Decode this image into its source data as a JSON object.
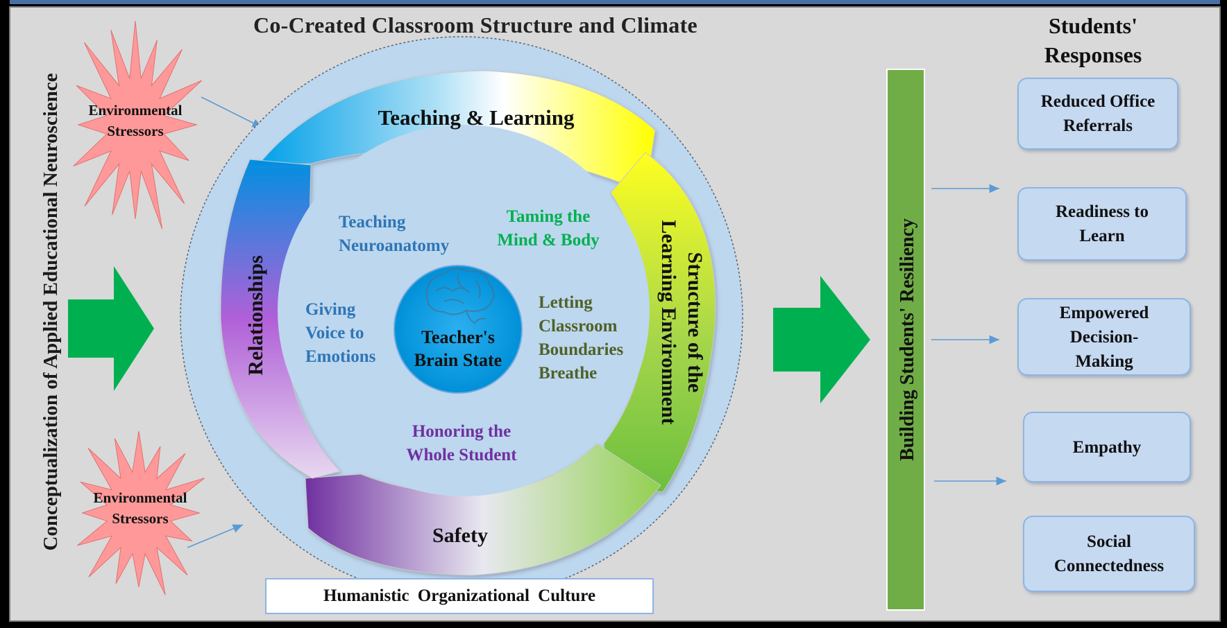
{
  "title": "Co-Created Classroom Structure and Climate",
  "side_label": "Conceptualization of Applied Educational Neuroscience",
  "stressors": [
    {
      "line1": "Environmental",
      "line2": "Stressors"
    },
    {
      "line1": "Environmental",
      "line2": "Stressors"
    }
  ],
  "ring": {
    "top": "Teaching & Learning",
    "left": "Relationships",
    "right_line1": "Structure of the",
    "right_line2": "Learning Environment",
    "bottom": "Safety"
  },
  "inner": {
    "neuroanatomy": [
      "Teaching",
      "Neuroanatomy"
    ],
    "taming": [
      "Taming the",
      "Mind & Body"
    ],
    "emotions": [
      "Giving",
      "Voice to",
      "Emotions"
    ],
    "boundaries": [
      "Letting",
      "Classroom",
      "Boundaries",
      "Breathe"
    ],
    "whole_student": [
      "Honoring the",
      "Whole Student"
    ]
  },
  "center": [
    "Teacher's",
    "Brain State"
  ],
  "culture": "Humanistic Organizational Culture",
  "resiliency": "Building Students' Resiliency",
  "responses_title": "Students'\nResponses",
  "responses": [
    "Reduced Office\nReferrals",
    "Readiness to\nLearn",
    "Empowered\nDecision-\nMaking",
    "Empathy",
    "Social\nConnectedness"
  ],
  "colors": {
    "background": "#d9d9d9",
    "arrow_green": "#00b050",
    "resiliency_bar": "#70ad47",
    "box_fill": "#c5d9f1",
    "starburst": "#ff9999",
    "blue_text": "#2e75b6",
    "green_text": "#00b050",
    "olive_text": "#4f6228",
    "purple_text": "#7030a0",
    "center_fill": "#009fe3"
  }
}
